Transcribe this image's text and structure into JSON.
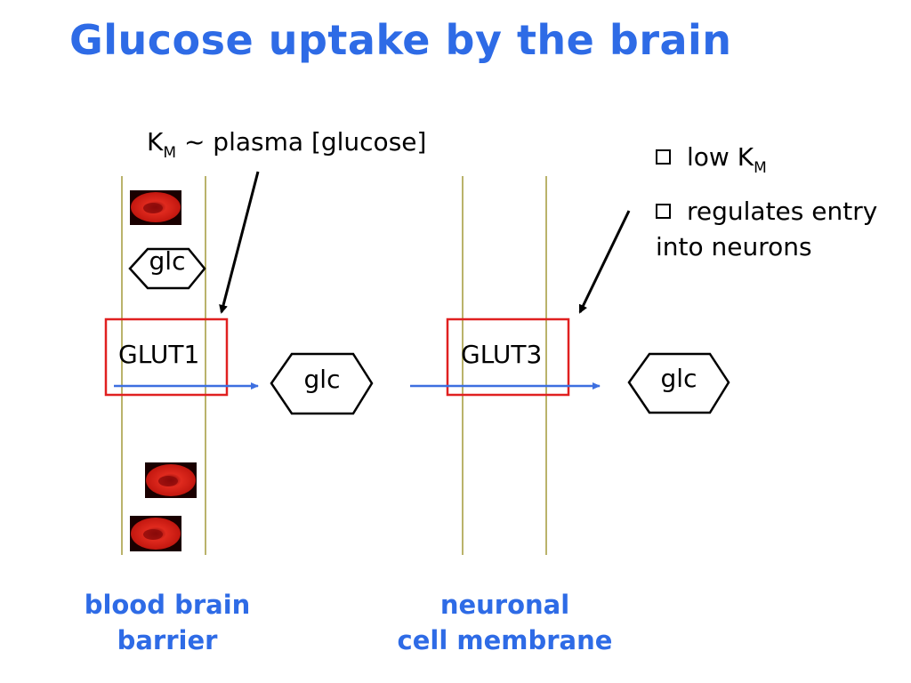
{
  "title": "Glucose uptake by the brain",
  "km_annotation": {
    "main": "K",
    "subscript": "M",
    "rest": " ~ plasma [glucose]"
  },
  "bullets": [
    {
      "text": "low K",
      "subscript": "M"
    },
    {
      "text": "regulates entry into neurons",
      "subscript": ""
    }
  ],
  "transporters": [
    {
      "label": "GLUT1"
    },
    {
      "label": "GLUT3"
    }
  ],
  "glucose_label": "glc",
  "captions": {
    "blood_brain_barrier": [
      "blood brain",
      "barrier"
    ],
    "neuronal_membrane": [
      "neuronal",
      "cell membrane"
    ]
  },
  "colors": {
    "title": "#2e6be6",
    "membrane_line": "#a39a3a",
    "transporter_box": "#e02020",
    "transport_arrow": "#3d6fe0",
    "red_blood_cell": "#d21b12"
  }
}
